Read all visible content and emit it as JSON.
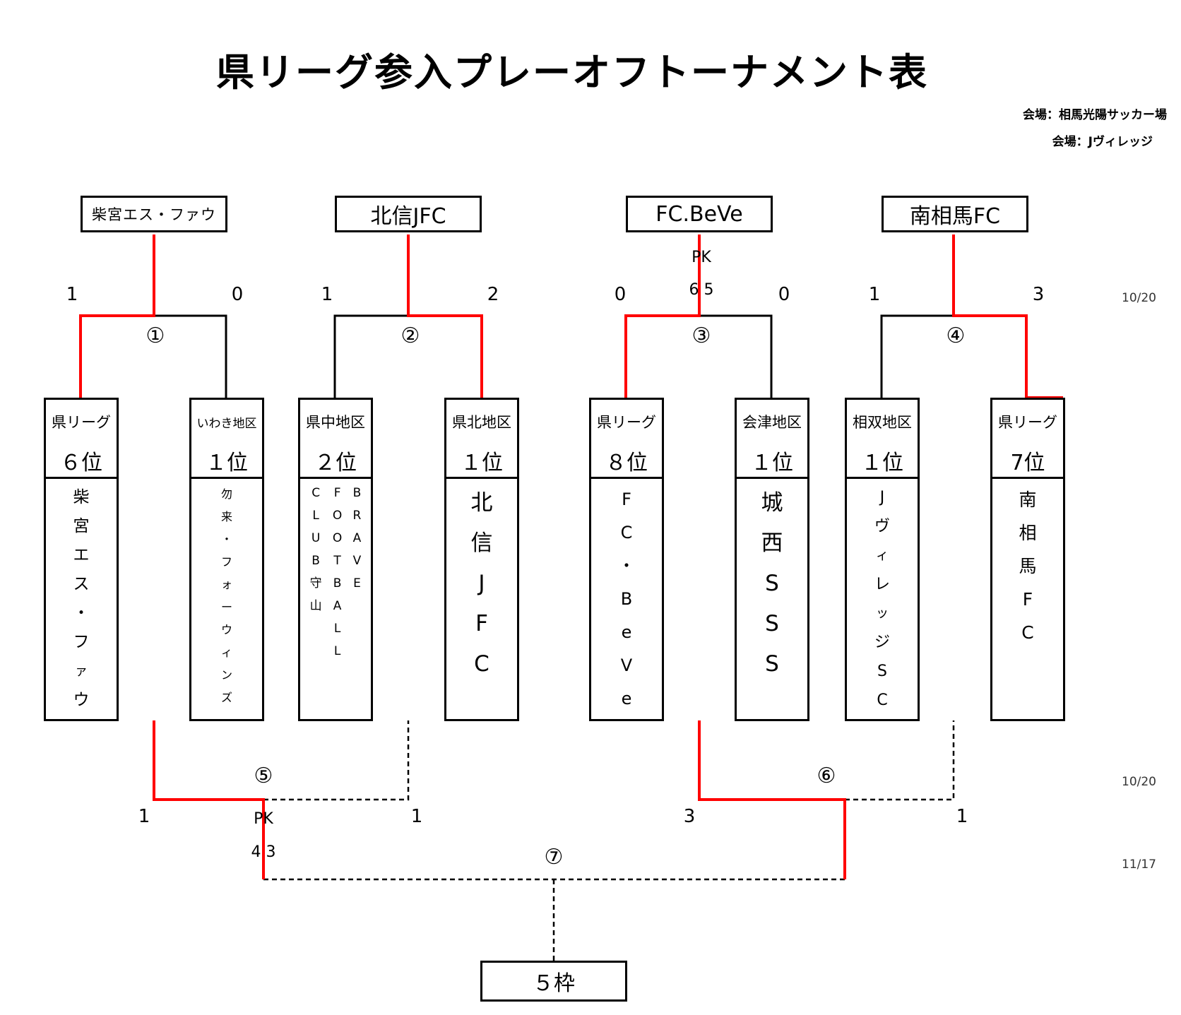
{
  "title": "県リーグ参入プレーオフトーナメント表",
  "venues": [
    "会場：相馬光陽サッカー場",
    "会場：Jヴィレッジ"
  ],
  "dates": [
    "10/20",
    "10/20",
    "11/17"
  ],
  "round1_winners": [
    "柴宮エス・ファウ",
    "北信JFC",
    "FC.BeVe",
    "南相馬FC"
  ],
  "match_numbers": [
    "①",
    "②",
    "③",
    "④",
    "⑤",
    "⑥",
    "⑦"
  ],
  "scores": {
    "m1": [
      "1",
      "0"
    ],
    "m2": [
      "1",
      "2"
    ],
    "m3": [
      "0",
      "0"
    ],
    "m4": [
      "1",
      "3"
    ],
    "m5": [
      "1",
      "1"
    ],
    "m6": [
      "3",
      "1"
    ]
  },
  "pk": {
    "m3": {
      "label": "PK",
      "score": "6 5"
    },
    "m5": {
      "label": "PK",
      "score": "4 3"
    }
  },
  "teams": [
    {
      "region": "県リーグ",
      "rank": "６位",
      "name": [
        "柴",
        "宮",
        "エ",
        "ス",
        "・",
        "フ",
        "ァ",
        "ウ"
      ]
    },
    {
      "region": "いわき地区",
      "rank": "１位",
      "name": [
        "勿",
        "来",
        "・",
        "フ",
        "ォ",
        "ー",
        "ウ",
        "ィ",
        "ン",
        "ズ"
      ]
    },
    {
      "region": "県中地区",
      "rank": "２位",
      "columns": [
        [
          "C",
          "L",
          "U",
          "B",
          "守",
          "山"
        ],
        [
          "F",
          "O",
          "O",
          "T",
          "B",
          "A",
          "L",
          "L"
        ],
        [
          "B",
          "R",
          "A",
          "V",
          "E"
        ]
      ]
    },
    {
      "region": "県北地区",
      "rank": "１位",
      "name": [
        "北",
        "信",
        "J",
        "F",
        "C"
      ]
    },
    {
      "region": "県リーグ",
      "rank": "８位",
      "name": [
        "F",
        "C",
        "・",
        "B",
        "e",
        "V",
        "e"
      ]
    },
    {
      "region": "会津地区",
      "rank": "１位",
      "name": [
        "城",
        "西",
        "S",
        "S",
        "S"
      ]
    },
    {
      "region": "相双地区",
      "rank": "１位",
      "name": [
        "J",
        "ヴ",
        "ィ",
        "レ",
        "ッ",
        "ジ",
        "S",
        "C"
      ]
    },
    {
      "region": "県リーグ",
      "rank": "7位",
      "name": [
        "南",
        "相",
        "馬",
        "F",
        "C"
      ]
    }
  ],
  "final_slot": "５枠",
  "colors": {
    "winner_line": "#ff0000",
    "line": "#000000"
  }
}
